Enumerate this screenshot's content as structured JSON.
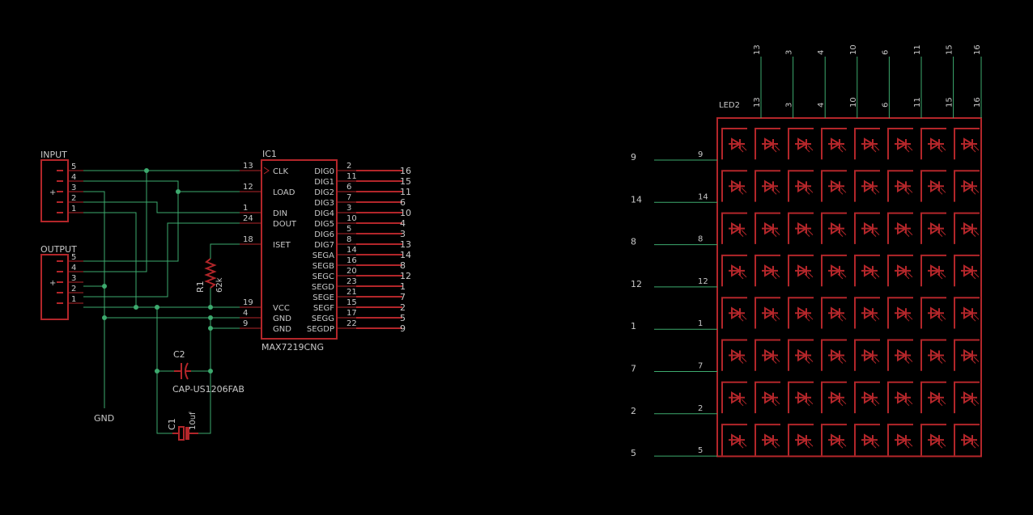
{
  "colors": {
    "background": "#000000",
    "wire": "#3daa6e",
    "part": "#b3262a",
    "text": "#c8c8c8"
  },
  "input_connector": {
    "name": "INPUT",
    "pins": [
      "5",
      "4",
      "3",
      "2",
      "1"
    ]
  },
  "output_connector": {
    "name": "OUTPUT",
    "pins": [
      "5",
      "4",
      "3",
      "2",
      "1"
    ]
  },
  "ic": {
    "name": "IC1",
    "value": "MAX7219CNG",
    "left_pins": [
      {
        "label": "CLK",
        "num": "13"
      },
      {
        "label": "LOAD",
        "num": "12"
      },
      {
        "label": "DIN",
        "num": "1"
      },
      {
        "label": "DOUT",
        "num": "24"
      },
      {
        "label": "ISET",
        "num": "18"
      },
      {
        "label": "VCC",
        "num": "19"
      },
      {
        "label": "GND",
        "num": "4"
      },
      {
        "label": "GND",
        "num": "9"
      }
    ],
    "right_pins": [
      {
        "label": "DIG0",
        "num": "2",
        "bus": "16"
      },
      {
        "label": "DIG1",
        "num": "11",
        "bus": "15"
      },
      {
        "label": "DIG2",
        "num": "6",
        "bus": "11"
      },
      {
        "label": "DIG3",
        "num": "7",
        "bus": "6"
      },
      {
        "label": "DIG4",
        "num": "3",
        "bus": "10"
      },
      {
        "label": "DIG5",
        "num": "10",
        "bus": "4"
      },
      {
        "label": "DIG6",
        "num": "5",
        "bus": "3"
      },
      {
        "label": "DIG7",
        "num": "8",
        "bus": "13"
      },
      {
        "label": "SEGA",
        "num": "14",
        "bus": "14"
      },
      {
        "label": "SEGB",
        "num": "16",
        "bus": "8"
      },
      {
        "label": "SEGC",
        "num": "20",
        "bus": "12"
      },
      {
        "label": "SEGD",
        "num": "23",
        "bus": "1"
      },
      {
        "label": "SEGE",
        "num": "21",
        "bus": "7"
      },
      {
        "label": "SEGF",
        "num": "15",
        "bus": "2"
      },
      {
        "label": "SEGG",
        "num": "17",
        "bus": "5"
      },
      {
        "label": "SEGDP",
        "num": "22",
        "bus": "9"
      }
    ]
  },
  "r1": {
    "name": "R1",
    "value": "62k"
  },
  "c2": {
    "name": "C2",
    "value": "CAP-US1206FAB"
  },
  "c1": {
    "name": "C1",
    "value": "10uf"
  },
  "gnd_label": "GND",
  "matrix": {
    "name": "LED2",
    "columns": [
      "13",
      "3",
      "4",
      "10",
      "6",
      "11",
      "15",
      "16"
    ],
    "rows": [
      "9",
      "14",
      "8",
      "12",
      "1",
      "7",
      "2",
      "5"
    ]
  }
}
